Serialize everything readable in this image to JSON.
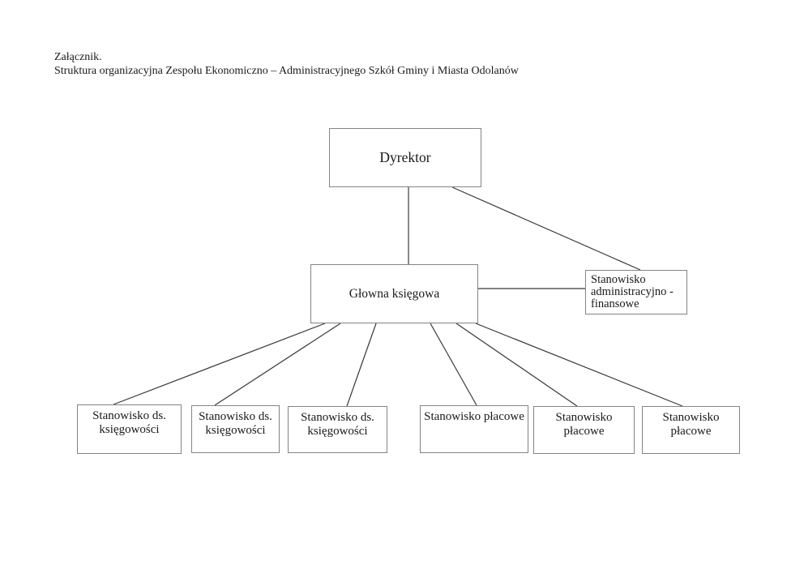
{
  "heading": {
    "line1": "Załącznik.",
    "line2": "Struktura organizacyjna Zespołu Ekonomiczno – Administracyjnego Szkół Gminy i Miasta Odolanów"
  },
  "org_chart": {
    "director": {
      "label": "Dyrektor"
    },
    "chief_accountant": {
      "label": "Głowna księgowa"
    },
    "admin_financial": {
      "label": "Stanowisko\nadministracyjno -\nfinansowe"
    },
    "accounting_positions": [
      {
        "label": "Stanowisko ds.\nksięgowości"
      },
      {
        "label": "Stanowisko ds.\nksięgowości"
      },
      {
        "label": "Stanowisko ds.\nksięgowości"
      }
    ],
    "payroll_positions": [
      {
        "label": "Stanowisko płacowe"
      },
      {
        "label": "Stanowisko płacowe"
      },
      {
        "label": "Stanowisko  płacowe"
      }
    ]
  },
  "colors": {
    "background": "#ffffff",
    "text": "#1a1a1a",
    "border": "#848484",
    "line": "#383838"
  }
}
